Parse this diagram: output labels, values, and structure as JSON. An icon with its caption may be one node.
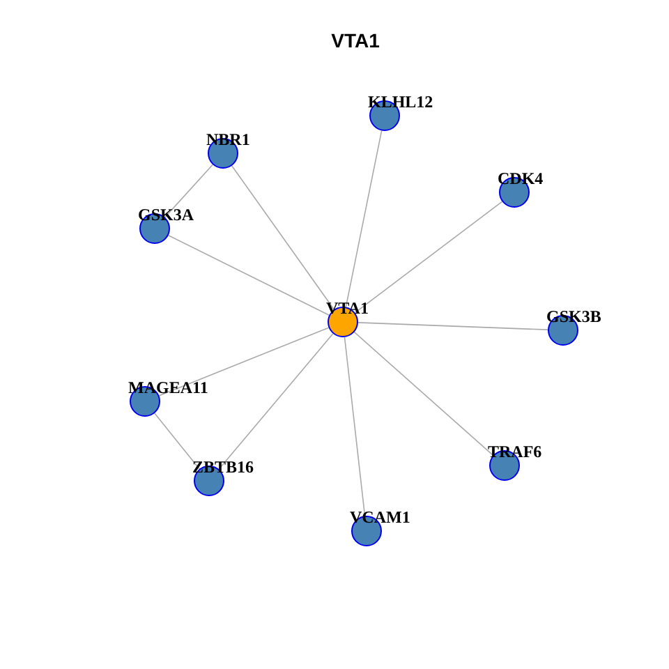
{
  "diagram": {
    "title": "VTA1",
    "nodes": [
      {
        "text": [
          "KLHL12"
        ]
      },
      {
        "text": [
          "NBR1"
        ]
      },
      {
        "text": [
          "CDK4"
        ]
      },
      {
        "text": [
          "GSK3A"
        ]
      },
      {
        "text": [
          "VTA1"
        ]
      },
      {
        "text": [
          "GSK3B"
        ]
      },
      {
        "text": [
          "MAGEA11"
        ]
      },
      {
        "text": [
          "ZBTB16"
        ]
      },
      {
        "text": [
          "TRAF6"
        ]
      },
      {
        "text": [
          "VCAM1"
        ]
      }
    ],
    "edges": [
      {
        "from": 4,
        "to": 0,
        "arrow": "none"
      },
      {
        "from": 4,
        "to": 1,
        "arrow": "none"
      },
      {
        "from": 4,
        "to": 2,
        "arrow": "none"
      },
      {
        "from": 4,
        "to": 3,
        "arrow": "none"
      },
      {
        "from": 4,
        "to": 5,
        "arrow": "none"
      },
      {
        "from": 4,
        "to": 6,
        "arrow": "none"
      },
      {
        "from": 4,
        "to": 7,
        "arrow": "none"
      },
      {
        "from": 4,
        "to": 8,
        "arrow": "none"
      },
      {
        "from": 4,
        "to": 9,
        "arrow": "none"
      },
      {
        "from": 1,
        "to": 3,
        "arrow": "none"
      },
      {
        "from": 6,
        "to": 7,
        "arrow": "none"
      }
    ]
  }
}
